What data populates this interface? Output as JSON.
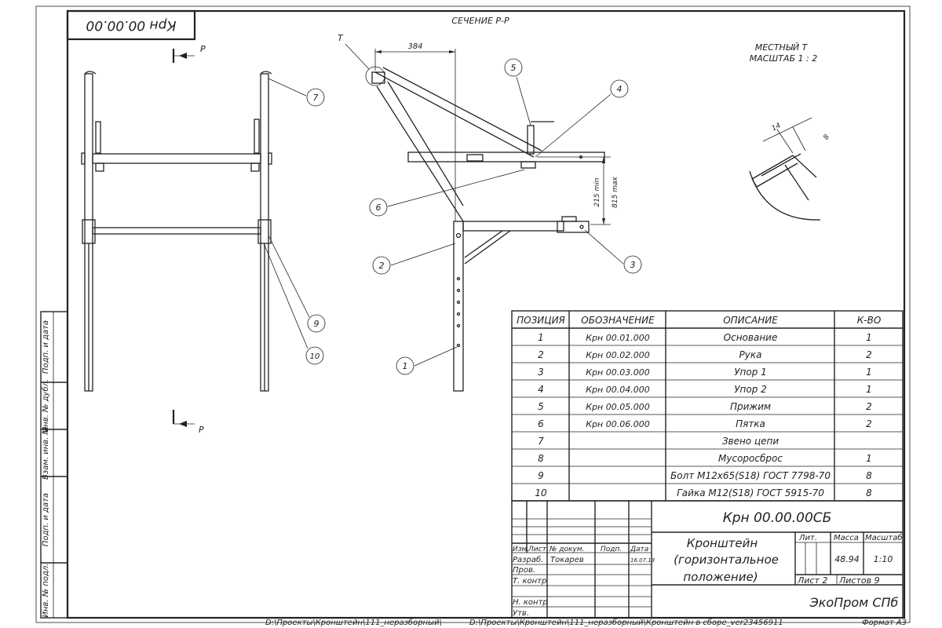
{
  "sheet": {
    "rotated_code": "Крн 00.00.00",
    "section_title": "СЕЧЕНИЕ Р-Р",
    "section_letter_top": "Р",
    "section_letter_bottom": "Р",
    "detail_marker": "Т",
    "detail_title_line1": "МЕСТНЫЙ Т",
    "detail_title_line2": "МАСШТАБ 1 : 2",
    "dim_width": "384",
    "dim_min": "215 min",
    "dim_max": "815 max",
    "dim_detail_a": "14",
    "dim_detail_b": "8",
    "callouts": [
      "1",
      "2",
      "3",
      "4",
      "5",
      "6",
      "7",
      "9",
      "10"
    ],
    "side_labels": [
      "Подп. и дата",
      "Инв. № дубл.",
      "Взам. инв. №",
      "Подп. и дата",
      "Инв. № подл."
    ],
    "footer_path1": "D:\\Проекты\\Кронштейн\\111_неразборный\\",
    "footer_path2": "D:\\Проекты\\Кронштейн\\111_неразборный\\Кронштейн в сборе_ver23456911",
    "footer_format": "Формат А3"
  },
  "spec": {
    "headers": [
      "ПОЗИЦИЯ",
      "ОБОЗНАЧЕНИЕ",
      "ОПИСАНИЕ",
      "К-ВО"
    ],
    "rows": [
      [
        "1",
        "Крн 00.01.000",
        "Основание",
        "1"
      ],
      [
        "2",
        "Крн 00.02.000",
        "Рука",
        "2"
      ],
      [
        "3",
        "Крн 00.03.000",
        "Упор 1",
        "1"
      ],
      [
        "4",
        "Крн 00.04.000",
        "Упор 2",
        "1"
      ],
      [
        "5",
        "Крн 00.05.000",
        "Прижим",
        "2"
      ],
      [
        "6",
        "Крн 00.06.000",
        "Пятка",
        "2"
      ],
      [
        "7",
        "",
        "Звено цепи",
        ""
      ],
      [
        "8",
        "",
        "Мусоросброс",
        "1"
      ],
      [
        "9",
        "",
        "Болт М12х65(S18) ГОСТ 7798-70",
        "8"
      ],
      [
        "10",
        "",
        "Гайка М12(S18) ГОСТ 5915-70",
        "8"
      ]
    ]
  },
  "title_block": {
    "doc_code": "Крн 00.00.00СБ",
    "name_line1": "Кронштейн",
    "name_line2": "(горизонтальное",
    "name_line3": "положение)",
    "col_izm": "Изм.",
    "col_list": "Лист",
    "col_doc": "№ докум.",
    "col_sign": "Подп.",
    "col_date": "Дата",
    "razrab": "Разраб.",
    "razrab_name": "Токарев",
    "razrab_date": "16.07.13",
    "prov": "Пров.",
    "t_kontr": "Т. контр",
    "n_kontr": "Н. контр",
    "utv": "Утв.",
    "lit": "Лит.",
    "massa": "Масса",
    "masshtab": "Масштаб",
    "mass_value": "48.94",
    "scale_value": "1:10",
    "sheet_label": "Лист 2",
    "sheets_label": "Листов 9",
    "company": "ЭкоПром СПб"
  }
}
